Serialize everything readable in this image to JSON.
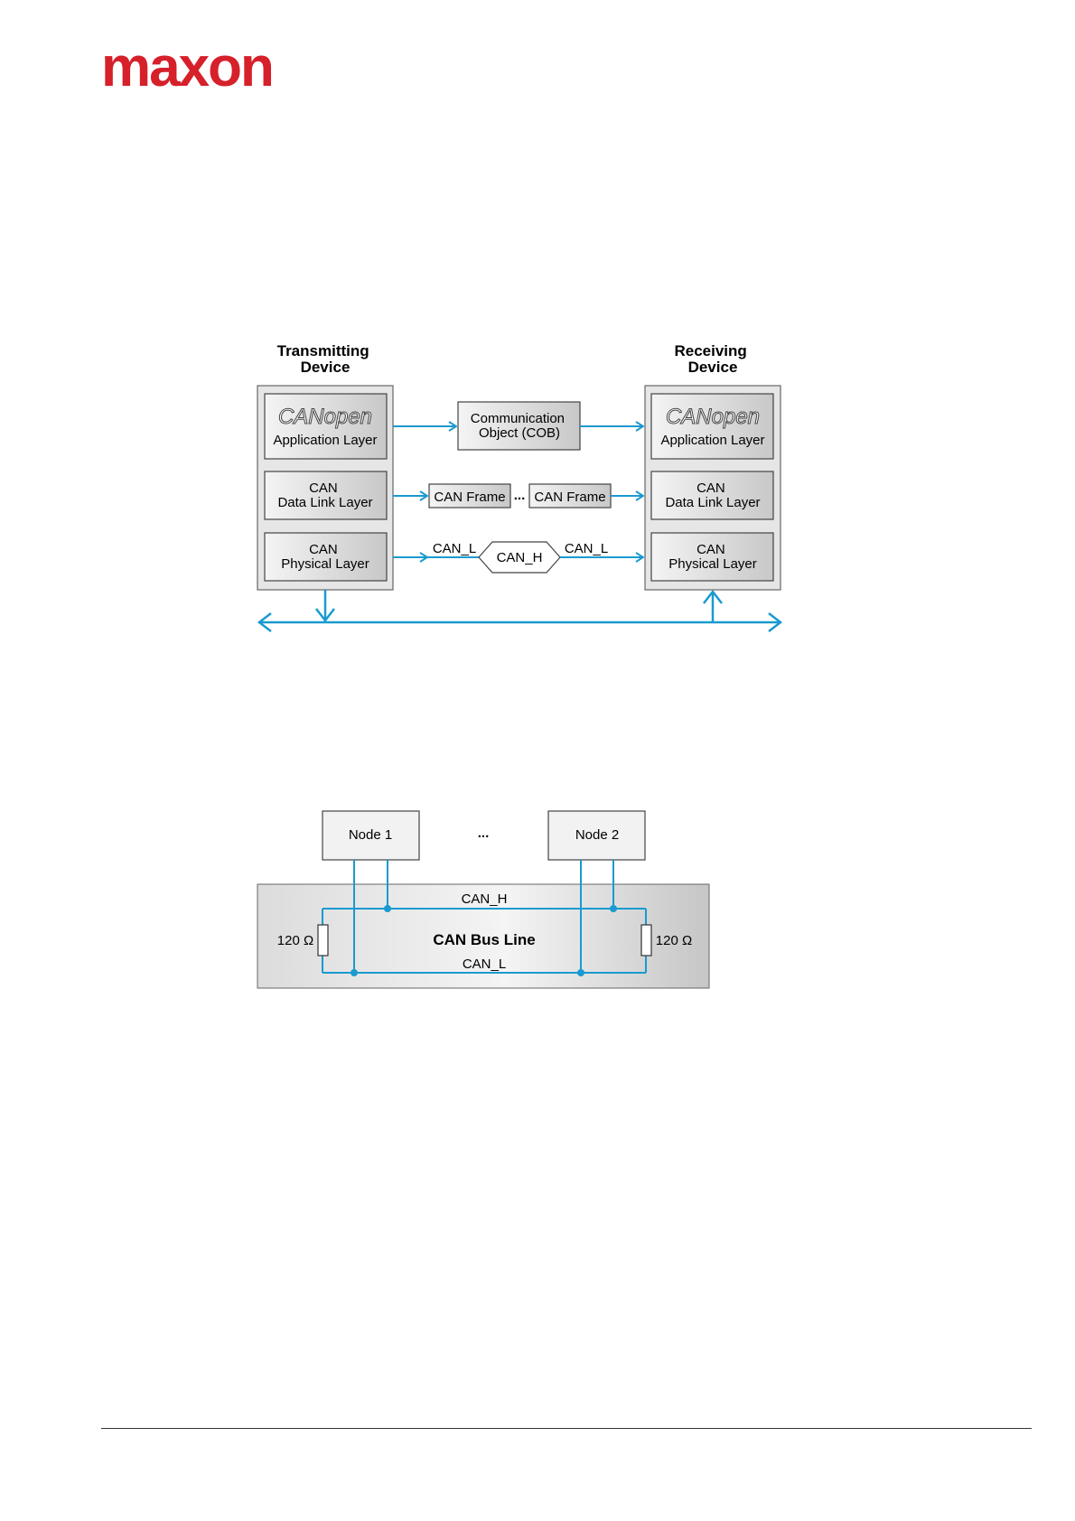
{
  "brand": {
    "logo_text": "maxon",
    "color": "#d6202a"
  },
  "colors": {
    "accent": "#1a9ad0",
    "box_border": "#555555"
  },
  "layer_diagram": {
    "transmitting_title": [
      "Transmitting",
      "Device"
    ],
    "receiving_title": [
      "Receiving",
      "Device"
    ],
    "canopen_logo": "CANopen",
    "application_layer": "Application Layer",
    "data_link_layer": [
      "CAN",
      "Data Link Layer"
    ],
    "physical_layer": [
      "CAN",
      "Physical Layer"
    ],
    "cob": [
      "Communication",
      "Object (COB)"
    ],
    "can_frame": "CAN Frame",
    "ellipsis": "...",
    "can_l": "CAN_L",
    "can_h": "CAN_H"
  },
  "bus_diagram": {
    "node1": "Node 1",
    "node2": "Node 2",
    "ellipsis": "...",
    "can_h": "CAN_H",
    "can_l": "CAN_L",
    "bus_line": "CAN Bus Line",
    "resistor_left": "120 Ω",
    "resistor_right": "120 Ω"
  }
}
